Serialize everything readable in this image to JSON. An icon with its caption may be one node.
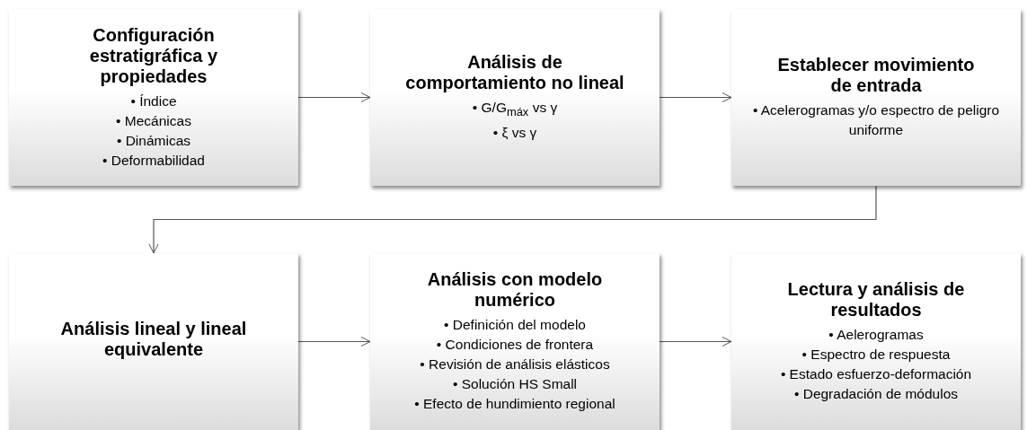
{
  "diagram": {
    "nodes": [
      {
        "text": [
          "Configuración estratigráfica y propiedades",
          "• Índice",
          "• Mecánicas",
          "• Dinámicas",
          "• Deformabilidad"
        ]
      },
      {
        "text": [
          "Análisis de comportamiento no lineal",
          "• G/G$_{máx}$ vs γ",
          "• ξ vs γ"
        ]
      },
      {
        "text": [
          "Establecer movimiento de entrada",
          "• Acelerogramas y/o espectro de peligro uniforme"
        ]
      },
      {
        "text": [
          "Análisis lineal y lineal equivalente"
        ]
      },
      {
        "text": [
          "Análisis con modelo numérico",
          "• Definición del modelo",
          "• Condiciones de frontera",
          "• Revisión de análisis elásticos",
          "• Solución HS Small",
          "• Efecto de hundimiento regional"
        ]
      },
      {
        "text": [
          "Lectura y análisis de resultados",
          "• Aelerogramas",
          "• Espectro de respuesta",
          "• Estado esfuerzo-deformación",
          "• Degradación de módulos"
        ]
      }
    ],
    "edges": [
      {
        "from": 0,
        "to": 1,
        "arrow": "to"
      },
      {
        "from": 1,
        "to": 2,
        "arrow": "to"
      },
      {
        "from": 2,
        "to": 3,
        "arrow": "to"
      },
      {
        "from": 3,
        "to": 4,
        "arrow": "to"
      },
      {
        "from": 4,
        "to": 5,
        "arrow": "to"
      }
    ]
  }
}
